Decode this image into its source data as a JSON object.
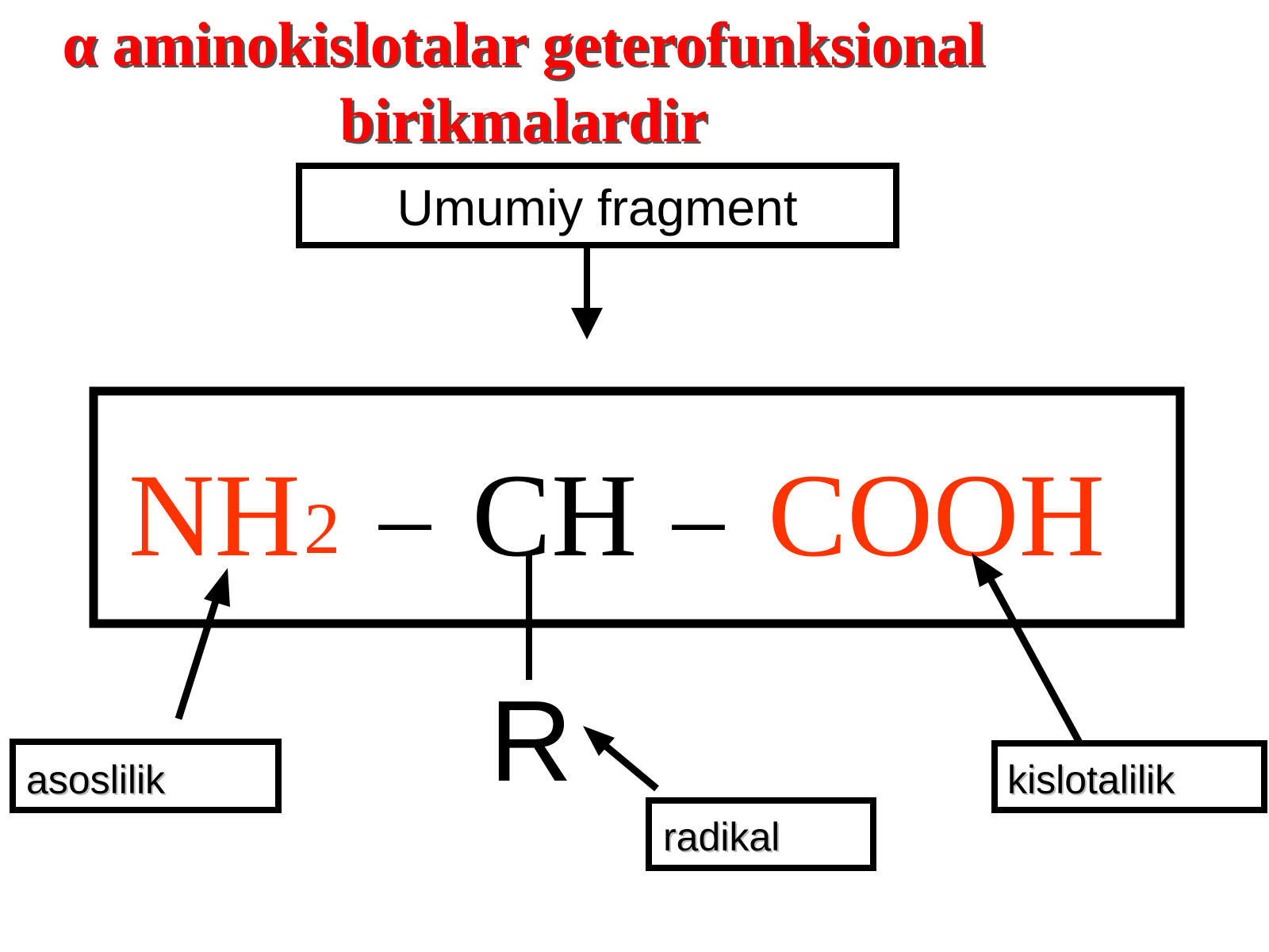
{
  "title": {
    "line1": "α aminokislotalar geterofunksional",
    "line2": "birikmalardir"
  },
  "header_box": {
    "label": "Umumiy fragment"
  },
  "formula": {
    "amino_group": "NH",
    "amino_subscript": "2",
    "dash_left": "–",
    "alpha_carbon": "CH",
    "dash_right": "–",
    "carboxyl_group": "COOH",
    "radical": "R"
  },
  "labels": {
    "basic": "asoslilik",
    "radical": "radikal",
    "acidic": "kislotalilik"
  },
  "colors": {
    "accent_red": "#ff0000",
    "functional_group": "#ff3300",
    "ink": "#000000"
  }
}
